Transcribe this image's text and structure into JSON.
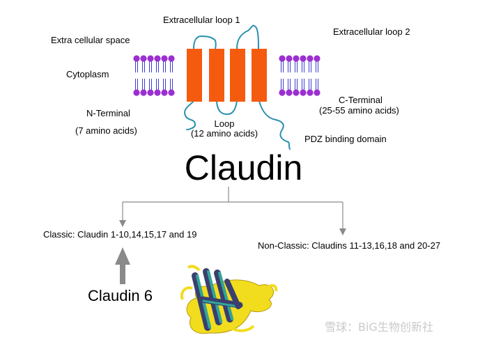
{
  "labels": {
    "extracellular_loop1": "Extracellular loop 1",
    "extracellular_loop2": "Extracellular loop 2",
    "extra_cellular_space": "Extra cellular space",
    "cytoplasm": "Cytoplasm",
    "n_terminal": "N-Terminal",
    "n_terminal_length": "(7 amino acids)",
    "loop": "Loop",
    "loop_length": "(12 amino acids)",
    "c_terminal": "C-Terminal",
    "c_terminal_length": "(25-55 amino acids)",
    "pdz_binding_domain": "PDZ binding domain"
  },
  "title": "Claudin",
  "classic": "Classic: Claudin 1-10,14,15,17 and 19",
  "non_classic": "Non-Classic: Claudins 11-13,16,18 and 20-27",
  "claudin6": "Claudin 6",
  "watermark": "雪球：BiG生物创新社",
  "colors": {
    "helix": "#f55b0f",
    "loop_line": "#2a8fb0",
    "lipid_head": "#9b2fd0",
    "lipid_tail": "#3a3ad0",
    "arrow": "#8a8a8a",
    "protein_yellow": "#f2dc1e",
    "protein_teal": "#2ea79a",
    "protein_navy": "#3a3f6e"
  }
}
